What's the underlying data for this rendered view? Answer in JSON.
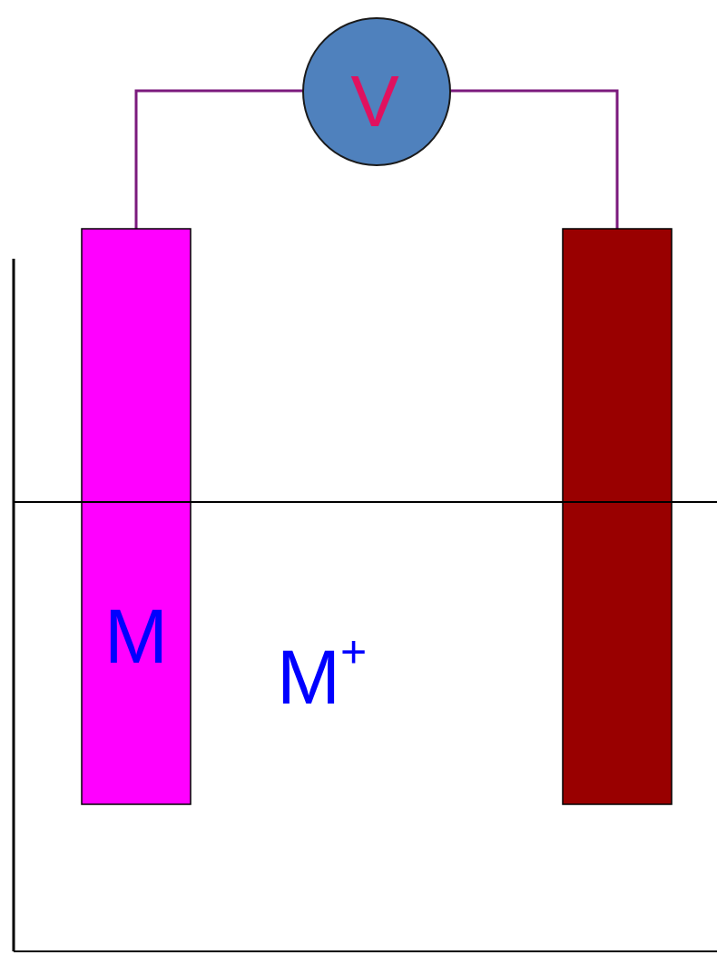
{
  "diagram": {
    "voltmeter_label": "V",
    "left_electrode_label": "M",
    "solution_label_base": "M",
    "solution_label_superscript": "+"
  },
  "colors": {
    "background": "#ffffff",
    "wire": "#7b1a7d",
    "voltmeter_fill": "#4f81bd",
    "voltmeter_stroke": "#1a1a1a",
    "voltmeter_text": "#e0115f",
    "left_electrode": "#ff00ff",
    "right_electrode": "#990000",
    "label_text": "#0000ff",
    "container_line": "#000000"
  },
  "icons": {
    "voltmeter": "voltmeter-icon"
  }
}
